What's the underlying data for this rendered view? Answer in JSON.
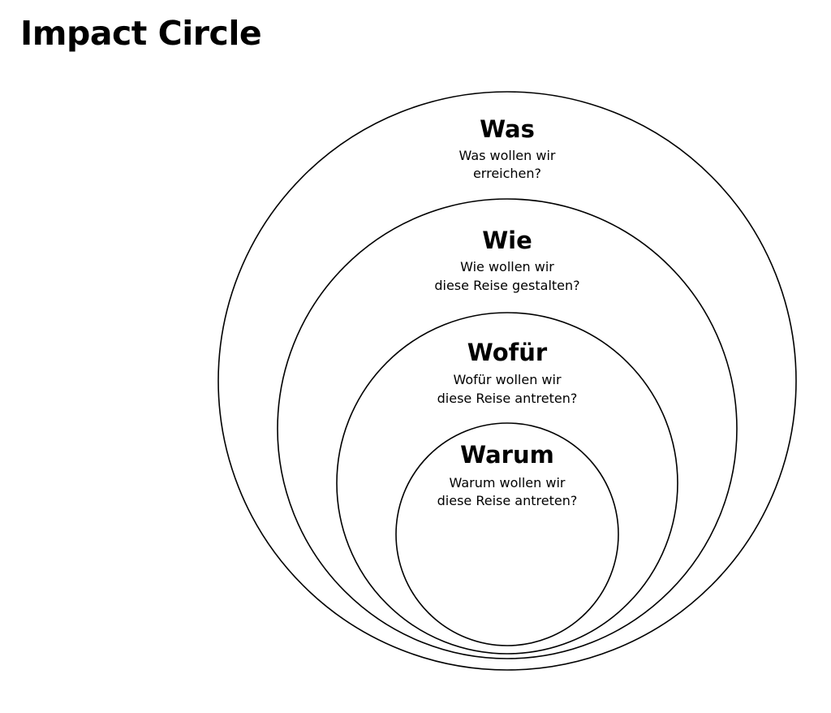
{
  "title": "Impact Circle",
  "rings": [
    {
      "heading": "Was",
      "question_line1": "Was wollen wir",
      "question_line2": "erreichen?"
    },
    {
      "heading": "Wie",
      "question_line1": "Wie wollen wir",
      "question_line2": "diese Reise gestalten?"
    },
    {
      "heading": "Wofür",
      "question_line1": "Wofür wollen wir",
      "question_line2": "diese Reise antreten?"
    },
    {
      "heading": "Warum",
      "question_line1": "Warum wollen wir",
      "question_line2": "diese Reise antreten?"
    }
  ],
  "colors": {
    "stroke": "#000000",
    "background": "#ffffff"
  }
}
